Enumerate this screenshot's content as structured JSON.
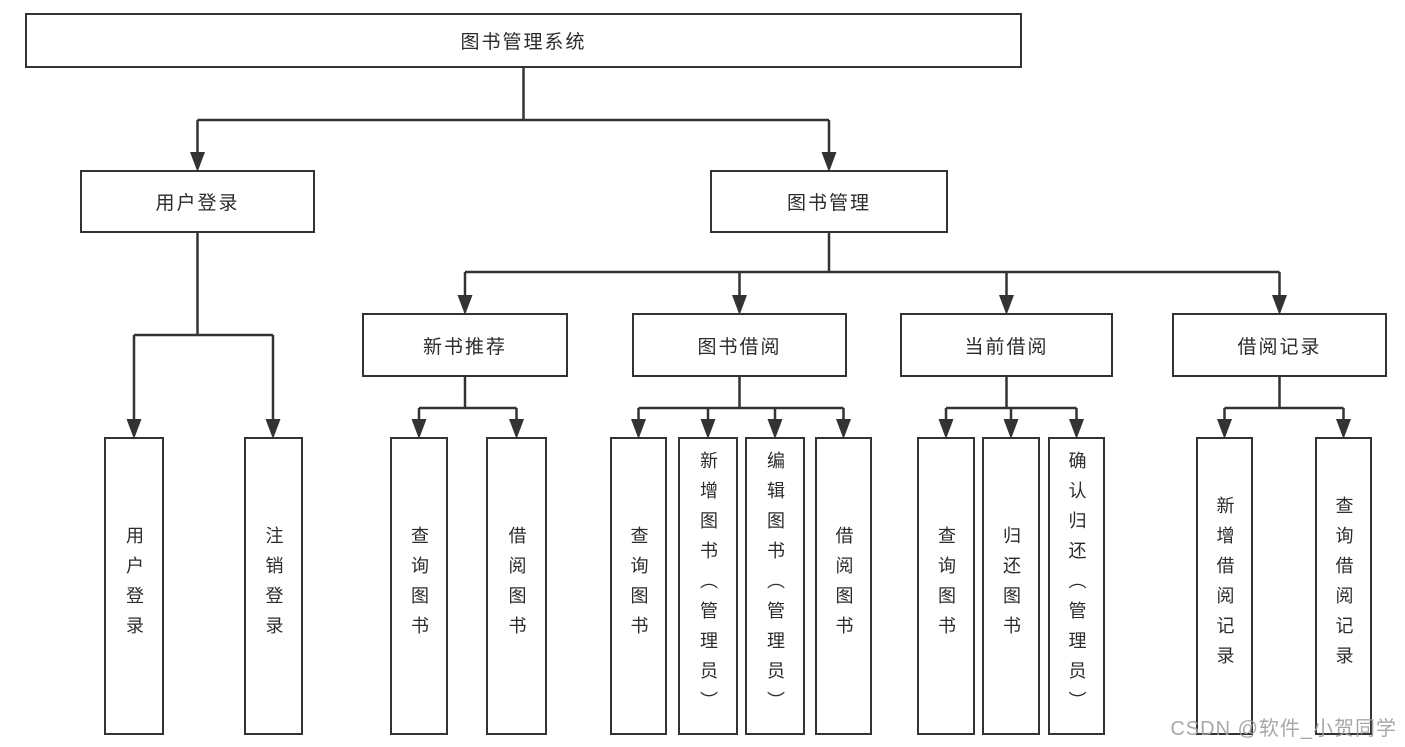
{
  "diagram_title": "图书管理系统",
  "tree": {
    "label": "图书管理系统",
    "children": [
      {
        "label": "用户登录",
        "children": [
          {
            "label": "用户登录"
          },
          {
            "label": "注销登录"
          }
        ]
      },
      {
        "label": "图书管理",
        "children": [
          {
            "label": "新书推荐",
            "children": [
              {
                "label": "查询图书"
              },
              {
                "label": "借阅图书"
              }
            ]
          },
          {
            "label": "图书借阅",
            "children": [
              {
                "label": "查询图书"
              },
              {
                "label": "新增图书（管理员）"
              },
              {
                "label": "编辑图书（管理员）"
              },
              {
                "label": "借阅图书"
              }
            ]
          },
          {
            "label": "当前借阅",
            "children": [
              {
                "label": "查询图书"
              },
              {
                "label": "归还图书"
              },
              {
                "label": "确认归还（管理员）"
              }
            ]
          },
          {
            "label": "借阅记录",
            "children": [
              {
                "label": "新增借阅记录"
              },
              {
                "label": "查询借阅记录"
              }
            ]
          }
        ]
      }
    ]
  },
  "watermark": "CSDN @软件_小贺同学",
  "colors": {
    "line": "#333333",
    "text": "#2b2b2b",
    "watermark": "#9e9e9e",
    "background": "#ffffff"
  }
}
